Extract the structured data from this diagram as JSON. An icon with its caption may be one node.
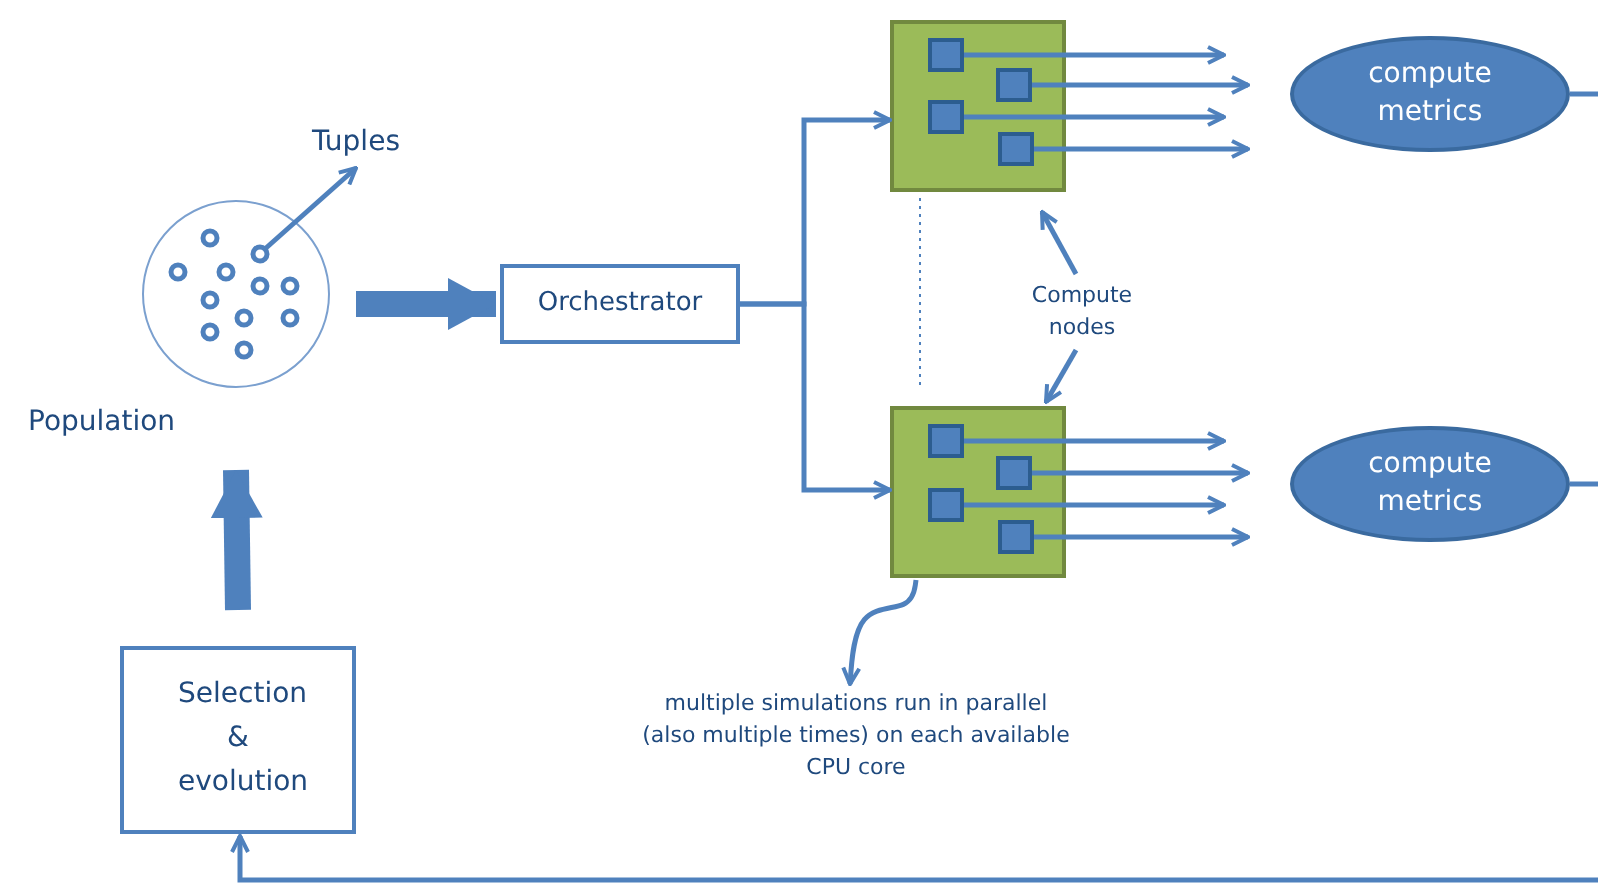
{
  "diagram": {
    "nodes": [
      {
        "text": [],
        "shape": "circle",
        "beside": [
          "Population"
        ]
      },
      {
        "text": [],
        "shape": "circle",
        "in": 0
      },
      {
        "text": [
          "Tuples"
        ]
      },
      {
        "text": [
          "Orchestrator"
        ]
      },
      {
        "text": [],
        "shape": "box"
      },
      {
        "text": [],
        "shape": "box",
        "in": 4
      },
      {
        "text": [],
        "shape": "box",
        "in": 4
      },
      {
        "text": [],
        "shape": "box",
        "in": 4
      },
      {
        "text": [],
        "shape": "box",
        "in": 4
      },
      {
        "text": [],
        "shape": "box"
      },
      {
        "text": [],
        "shape": "box",
        "in": 9
      },
      {
        "text": [],
        "shape": "box",
        "in": 9
      },
      {
        "text": [],
        "shape": "box",
        "in": 9
      },
      {
        "text": [],
        "shape": "box",
        "in": 9
      },
      {
        "text": [
          "compute metrics"
        ]
      },
      {
        "text": [
          "compute metrics"
        ]
      },
      {
        "text": [
          "Compute nodes"
        ]
      },
      {
        "text": [
          "multiple simulations run in parallel (also multiple times) on each available CPU core"
        ]
      },
      {
        "text": [
          "Selection & evolution"
        ]
      }
    ],
    "edges": [
      {
        "from": 1,
        "to": 2,
        "arrow": "to"
      },
      {
        "from": 0,
        "to": 3,
        "arrow": "to",
        "style": "thick"
      },
      {
        "from": 3,
        "to": 4,
        "arrow": "to"
      },
      {
        "from": 3,
        "to": 9,
        "arrow": "to"
      },
      {
        "from": 5,
        "to": 14,
        "arrow": "to"
      },
      {
        "from": 6,
        "to": 14,
        "arrow": "to"
      },
      {
        "from": 7,
        "to": 14,
        "arrow": "to"
      },
      {
        "from": 8,
        "to": 14,
        "arrow": "to"
      },
      {
        "from": 10,
        "to": 15,
        "arrow": "to"
      },
      {
        "from": 11,
        "to": 15,
        "arrow": "to"
      },
      {
        "from": 12,
        "to": 15,
        "arrow": "to"
      },
      {
        "from": 13,
        "to": 15,
        "arrow": "to"
      },
      {
        "from": 14,
        "to": null,
        "arrow": "none"
      },
      {
        "from": 15,
        "to": null,
        "arrow": "none"
      },
      {
        "from": null,
        "to": 18,
        "arrow": "to"
      },
      {
        "from": 18,
        "to": 0,
        "arrow": "to",
        "style": "thick"
      },
      {
        "from": 16,
        "to": 4,
        "arrow": "to"
      },
      {
        "from": 16,
        "to": 9,
        "arrow": "to"
      },
      {
        "from": 9,
        "to": 17,
        "arrow": "to"
      },
      {
        "from": 4,
        "to": 9,
        "arrow": "none",
        "style": "dashed"
      }
    ]
  }
}
